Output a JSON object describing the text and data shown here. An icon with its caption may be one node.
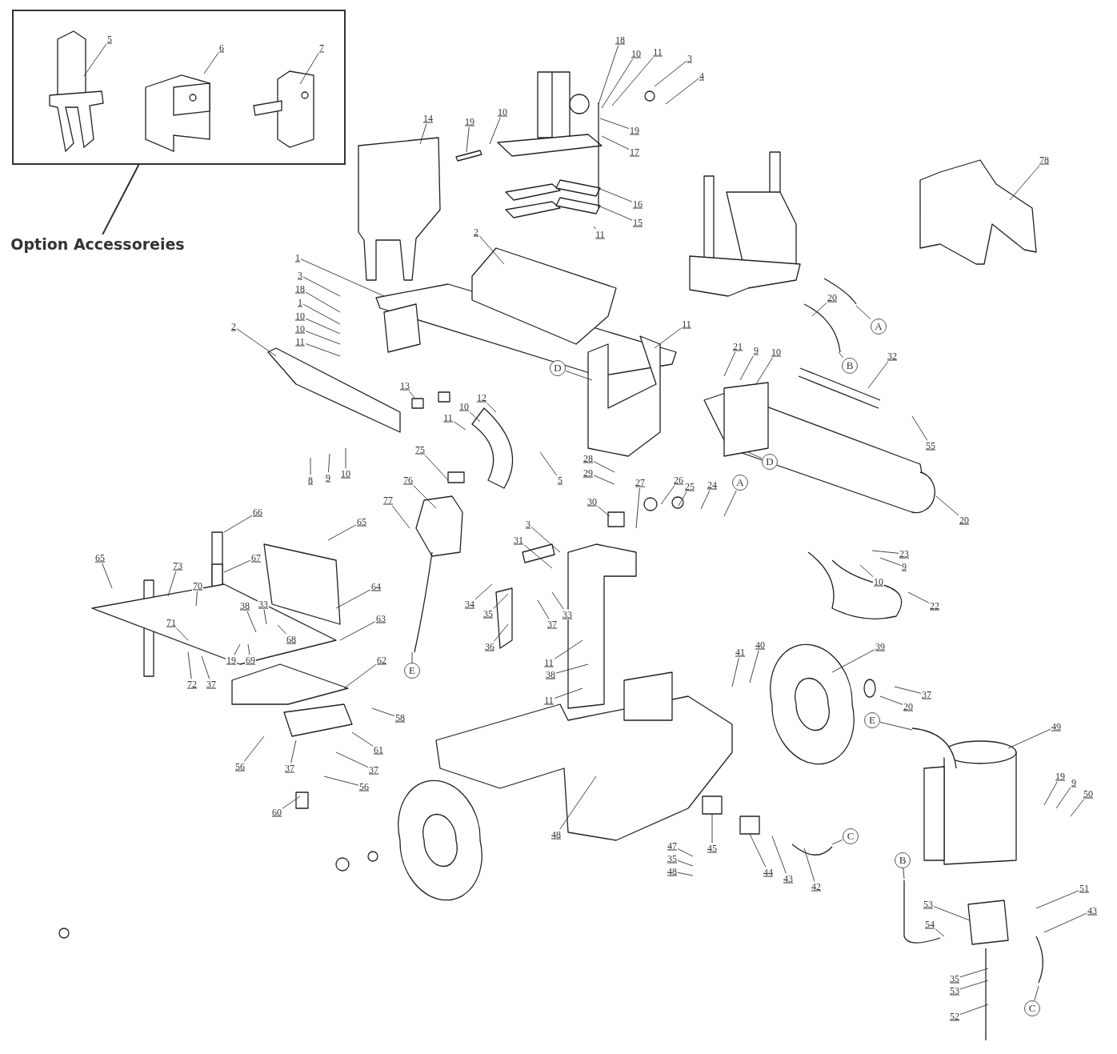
{
  "diagram": {
    "nodes": [
      {
        "text": [],
        "shape": "box"
      },
      {
        "text": [
          "5"
        ],
        "in": 0
      },
      {
        "text": [
          "6"
        ],
        "in": 0
      },
      {
        "text": [
          "7"
        ],
        "in": 0
      },
      {
        "text": [
          "Option Accessoreies"
        ]
      },
      {
        "text": [
          "14"
        ]
      },
      {
        "text": [
          "19"
        ]
      },
      {
        "text": [
          "10"
        ]
      },
      {
        "text": [
          "18"
        ]
      },
      {
        "text": [
          "10"
        ]
      },
      {
        "text": [
          "11"
        ]
      },
      {
        "text": [
          "3"
        ]
      },
      {
        "text": [
          "4"
        ]
      },
      {
        "text": [
          "19"
        ]
      },
      {
        "text": [
          "17"
        ]
      },
      {
        "text": [
          "16"
        ]
      },
      {
        "text": [
          "15"
        ]
      },
      {
        "text": [
          "11"
        ]
      },
      {
        "text": [
          "78"
        ]
      },
      {
        "text": [
          "2"
        ]
      },
      {
        "text": [
          "1"
        ]
      },
      {
        "text": [
          "3"
        ]
      },
      {
        "text": [
          "18"
        ]
      },
      {
        "text": [
          "1"
        ]
      },
      {
        "text": [
          "10"
        ]
      },
      {
        "text": [
          "10"
        ]
      },
      {
        "text": [
          "11"
        ]
      },
      {
        "text": [
          "2"
        ]
      },
      {
        "text": [
          "11"
        ]
      },
      {
        "text": [
          "20"
        ]
      },
      {
        "text": [
          "A"
        ]
      },
      {
        "text": [
          "B"
        ]
      },
      {
        "text": [
          "21"
        ]
      },
      {
        "text": [
          "9"
        ]
      },
      {
        "text": [
          "10"
        ]
      },
      {
        "text": [
          "32"
        ]
      },
      {
        "text": [
          "D"
        ]
      },
      {
        "text": [
          "13"
        ]
      },
      {
        "text": [
          "12"
        ]
      },
      {
        "text": [
          "11"
        ]
      },
      {
        "text": [
          "10"
        ]
      },
      {
        "text": [
          "55"
        ]
      },
      {
        "text": [
          "D"
        ]
      },
      {
        "text": [
          "20"
        ]
      },
      {
        "text": [
          "8"
        ]
      },
      {
        "text": [
          "9"
        ]
      },
      {
        "text": [
          "10"
        ]
      },
      {
        "text": [
          "75"
        ]
      },
      {
        "text": [
          "76"
        ]
      },
      {
        "text": [
          "77"
        ]
      },
      {
        "text": [
          "5"
        ]
      },
      {
        "text": [
          "28"
        ]
      },
      {
        "text": [
          "29"
        ]
      },
      {
        "text": [
          "30"
        ]
      },
      {
        "text": [
          "27"
        ]
      },
      {
        "text": [
          "26"
        ]
      },
      {
        "text": [
          "25"
        ]
      },
      {
        "text": [
          "24"
        ]
      },
      {
        "text": [
          "A"
        ]
      },
      {
        "text": [
          "23"
        ]
      },
      {
        "text": [
          "9"
        ]
      },
      {
        "text": [
          "10"
        ]
      },
      {
        "text": [
          "22"
        ]
      },
      {
        "text": [
          "66"
        ]
      },
      {
        "text": [
          "65"
        ]
      },
      {
        "text": [
          "65"
        ]
      },
      {
        "text": [
          "73"
        ]
      },
      {
        "text": [
          "70"
        ]
      },
      {
        "text": [
          "67"
        ]
      },
      {
        "text": [
          "64"
        ]
      },
      {
        "text": [
          "38"
        ]
      },
      {
        "text": [
          "33"
        ]
      },
      {
        "text": [
          "71"
        ]
      },
      {
        "text": [
          "68"
        ]
      },
      {
        "text": [
          "19"
        ]
      },
      {
        "text": [
          "69"
        ]
      },
      {
        "text": [
          "63"
        ]
      },
      {
        "text": [
          "72"
        ]
      },
      {
        "text": [
          "37"
        ]
      },
      {
        "text": [
          "62"
        ]
      },
      {
        "text": [
          "3"
        ]
      },
      {
        "text": [
          "31"
        ]
      },
      {
        "text": [
          "34"
        ]
      },
      {
        "text": [
          "35"
        ]
      },
      {
        "text": [
          "37"
        ]
      },
      {
        "text": [
          "33"
        ]
      },
      {
        "text": [
          "36"
        ]
      },
      {
        "text": [
          "E"
        ]
      },
      {
        "text": [
          "11"
        ]
      },
      {
        "text": [
          "38"
        ]
      },
      {
        "text": [
          "11"
        ]
      },
      {
        "text": [
          "41"
        ]
      },
      {
        "text": [
          "40"
        ]
      },
      {
        "text": [
          "39"
        ]
      },
      {
        "text": [
          "37"
        ]
      },
      {
        "text": [
          "20"
        ]
      },
      {
        "text": [
          "E"
        ]
      },
      {
        "text": [
          "49"
        ]
      },
      {
        "text": [
          "58"
        ]
      },
      {
        "text": [
          "61"
        ]
      },
      {
        "text": [
          "56"
        ]
      },
      {
        "text": [
          "37"
        ]
      },
      {
        "text": [
          "37"
        ]
      },
      {
        "text": [
          "56"
        ]
      },
      {
        "text": [
          "60"
        ]
      },
      {
        "text": [
          "48"
        ]
      },
      {
        "text": [
          "19"
        ]
      },
      {
        "text": [
          "9"
        ]
      },
      {
        "text": [
          "50"
        ]
      },
      {
        "text": [
          "47"
        ]
      },
      {
        "text": [
          "35"
        ]
      },
      {
        "text": [
          "48"
        ]
      },
      {
        "text": [
          "45"
        ]
      },
      {
        "text": [
          "44"
        ]
      },
      {
        "text": [
          "43"
        ]
      },
      {
        "text": [
          "42"
        ]
      },
      {
        "text": [
          "C"
        ]
      },
      {
        "text": [
          "B"
        ]
      },
      {
        "text": [
          "53"
        ]
      },
      {
        "text": [
          "54"
        ]
      },
      {
        "text": [
          "51"
        ]
      },
      {
        "text": [
          "43"
        ]
      },
      {
        "text": [
          "35"
        ]
      },
      {
        "text": [
          "53"
        ]
      },
      {
        "text": [
          "52"
        ]
      },
      {
        "text": [
          "C"
        ]
      }
    ],
    "edges": [
      {
        "from": 4,
        "to": 0,
        "arrow": "none"
      },
      {
        "from": 1,
        "to": null,
        "arrow": "none"
      },
      {
        "from": 2,
        "to": null,
        "arrow": "none"
      },
      {
        "from": 3,
        "to": null,
        "arrow": "none"
      },
      {
        "from": 5,
        "to": null,
        "arrow": "none"
      },
      {
        "from": 6,
        "to": null,
        "arrow": "none"
      },
      {
        "from": 7,
        "to": null,
        "arrow": "none"
      },
      {
        "from": 8,
        "to": null,
        "arrow": "none"
      },
      {
        "from": 9,
        "to": null,
        "arrow": "none"
      },
      {
        "from": 10,
        "to": null,
        "arrow": "none"
      },
      {
        "from": 11,
        "to": null,
        "arrow": "none"
      },
      {
        "from": 12,
        "to": null,
        "arrow": "none"
      },
      {
        "from": 13,
        "to": null,
        "arrow": "none"
      },
      {
        "from": 14,
        "to": null,
        "arrow": "none"
      },
      {
        "from": 15,
        "to": null,
        "arrow": "none"
      },
      {
        "from": 16,
        "to": null,
        "arrow": "none"
      },
      {
        "from": 17,
        "to": null,
        "arrow": "none"
      },
      {
        "from": 18,
        "to": null,
        "arrow": "none"
      },
      {
        "from": 19,
        "to": null,
        "arrow": "none"
      },
      {
        "from": 20,
        "to": null,
        "arrow": "none"
      },
      {
        "from": 21,
        "to": null,
        "arrow": "none"
      },
      {
        "from": 22,
        "to": null,
        "arrow": "none"
      },
      {
        "from": 23,
        "to": null,
        "arrow": "none"
      },
      {
        "from": 24,
        "to": null,
        "arrow": "none"
      },
      {
        "from": 25,
        "to": null,
        "arrow": "none"
      },
      {
        "from": 26,
        "to": null,
        "arrow": "none"
      },
      {
        "from": 27,
        "to": null,
        "arrow": "none"
      },
      {
        "from": 28,
        "to": null,
        "arrow": "none"
      },
      {
        "from": 29,
        "to": null,
        "arrow": "none"
      },
      {
        "from": 30,
        "to": null,
        "arrow": "none"
      },
      {
        "from": 31,
        "to": null,
        "arrow": "none"
      },
      {
        "from": 32,
        "to": null,
        "arrow": "none"
      },
      {
        "from": 33,
        "to": null,
        "arrow": "none"
      },
      {
        "from": 34,
        "to": null,
        "arrow": "none"
      },
      {
        "from": 35,
        "to": null,
        "arrow": "none"
      },
      {
        "from": 36,
        "to": null,
        "arrow": "none"
      },
      {
        "from": 37,
        "to": null,
        "arrow": "none"
      },
      {
        "from": 38,
        "to": null,
        "arrow": "none"
      },
      {
        "from": 39,
        "to": null,
        "arrow": "none"
      },
      {
        "from": 40,
        "to": null,
        "arrow": "none"
      },
      {
        "from": 41,
        "to": null,
        "arrow": "none"
      },
      {
        "from": 42,
        "to": null,
        "arrow": "none"
      },
      {
        "from": 43,
        "to": null,
        "arrow": "none"
      },
      {
        "from": 44,
        "to": null,
        "arrow": "none"
      },
      {
        "from": 45,
        "to": null,
        "arrow": "none"
      },
      {
        "from": 46,
        "to": null,
        "arrow": "none"
      },
      {
        "from": 47,
        "to": null,
        "arrow": "none"
      },
      {
        "from": 48,
        "to": null,
        "arrow": "none"
      },
      {
        "from": 49,
        "to": null,
        "arrow": "none"
      },
      {
        "from": 50,
        "to": null,
        "arrow": "none"
      },
      {
        "from": 51,
        "to": null,
        "arrow": "none"
      },
      {
        "from": 52,
        "to": null,
        "arrow": "none"
      },
      {
        "from": 53,
        "to": null,
        "arrow": "none"
      },
      {
        "from": 54,
        "to": null,
        "arrow": "none"
      },
      {
        "from": 55,
        "to": null,
        "arrow": "none"
      },
      {
        "from": 56,
        "to": null,
        "arrow": "none"
      },
      {
        "from": 57,
        "to": null,
        "arrow": "none"
      },
      {
        "from": 58,
        "to": null,
        "arrow": "none"
      },
      {
        "from": 59,
        "to": null,
        "arrow": "none"
      },
      {
        "from": 60,
        "to": null,
        "arrow": "none"
      },
      {
        "from": 61,
        "to": null,
        "arrow": "none"
      },
      {
        "from": 62,
        "to": null,
        "arrow": "none"
      },
      {
        "from": 63,
        "to": null,
        "arrow": "none"
      },
      {
        "from": 64,
        "to": null,
        "arrow": "none"
      },
      {
        "from": 65,
        "to": null,
        "arrow": "none"
      },
      {
        "from": 66,
        "to": null,
        "arrow": "none"
      },
      {
        "from": 67,
        "to": null,
        "arrow": "none"
      },
      {
        "from": 68,
        "to": null,
        "arrow": "none"
      },
      {
        "from": 69,
        "to": null,
        "arrow": "none"
      },
      {
        "from": 70,
        "to": null,
        "arrow": "none"
      },
      {
        "from": 71,
        "to": null,
        "arrow": "none"
      },
      {
        "from": 72,
        "to": null,
        "arrow": "none"
      },
      {
        "from": 73,
        "to": null,
        "arrow": "none"
      },
      {
        "from": 74,
        "to": null,
        "arrow": "none"
      },
      {
        "from": 75,
        "to": null,
        "arrow": "none"
      },
      {
        "from": 76,
        "to": null,
        "arrow": "none"
      },
      {
        "from": 77,
        "to": null,
        "arrow": "none"
      },
      {
        "from": 78,
        "to": null,
        "arrow": "none"
      },
      {
        "from": 79,
        "to": null,
        "arrow": "none"
      },
      {
        "from": 80,
        "to": null,
        "arrow": "none"
      },
      {
        "from": 81,
        "to": null,
        "arrow": "none"
      },
      {
        "from": 82,
        "to": null,
        "arrow": "none"
      },
      {
        "from": 83,
        "to": null,
        "arrow": "none"
      },
      {
        "from": 84,
        "to": null,
        "arrow": "none"
      },
      {
        "from": 85,
        "to": null,
        "arrow": "none"
      },
      {
        "from": 86,
        "to": null,
        "arrow": "none"
      },
      {
        "from": 87,
        "to": null,
        "arrow": "none"
      },
      {
        "from": 88,
        "to": null,
        "arrow": "none"
      },
      {
        "from": 89,
        "to": null,
        "arrow": "none"
      },
      {
        "from": 90,
        "to": null,
        "arrow": "none"
      },
      {
        "from": 91,
        "to": null,
        "arrow": "none"
      },
      {
        "from": 92,
        "to": null,
        "arrow": "none"
      },
      {
        "from": 93,
        "to": null,
        "arrow": "none"
      },
      {
        "from": 94,
        "to": null,
        "arrow": "none"
      },
      {
        "from": 95,
        "to": null,
        "arrow": "none"
      },
      {
        "from": 96,
        "to": null,
        "arrow": "none"
      },
      {
        "from": 97,
        "to": null,
        "arrow": "none"
      },
      {
        "from": 98,
        "to": null,
        "arrow": "none"
      },
      {
        "from": 99,
        "to": null,
        "arrow": "none"
      },
      {
        "from": 100,
        "to": null,
        "arrow": "none"
      },
      {
        "from": 101,
        "to": null,
        "arrow": "none"
      },
      {
        "from": 102,
        "to": null,
        "arrow": "none"
      },
      {
        "from": 103,
        "to": null,
        "arrow": "none"
      },
      {
        "from": 104,
        "to": null,
        "arrow": "none"
      },
      {
        "from": 105,
        "to": null,
        "arrow": "none"
      },
      {
        "from": 106,
        "to": null,
        "arrow": "none"
      },
      {
        "from": 107,
        "to": null,
        "arrow": "none"
      },
      {
        "from": 108,
        "to": null,
        "arrow": "none"
      },
      {
        "from": 109,
        "to": null,
        "arrow": "none"
      },
      {
        "from": 110,
        "to": null,
        "arrow": "none"
      },
      {
        "from": 111,
        "to": null,
        "arrow": "none"
      },
      {
        "from": 112,
        "to": null,
        "arrow": "none"
      },
      {
        "from": 113,
        "to": null,
        "arrow": "none"
      },
      {
        "from": 114,
        "to": null,
        "arrow": "none"
      },
      {
        "from": 115,
        "to": null,
        "arrow": "none"
      },
      {
        "from": 116,
        "to": null,
        "arrow": "none"
      },
      {
        "from": 117,
        "to": null,
        "arrow": "none"
      },
      {
        "from": 118,
        "to": null,
        "arrow": "none"
      },
      {
        "from": 119,
        "to": null,
        "arrow": "none"
      },
      {
        "from": 120,
        "to": null,
        "arrow": "none"
      },
      {
        "from": 121,
        "to": null,
        "arrow": "none"
      },
      {
        "from": 122,
        "to": null,
        "arrow": "none"
      },
      {
        "from": 123,
        "to": null,
        "arrow": "none"
      },
      {
        "from": 124,
        "to": null,
        "arrow": "none"
      },
      {
        "from": 125,
        "to": null,
        "arrow": "none"
      }
    ]
  }
}
